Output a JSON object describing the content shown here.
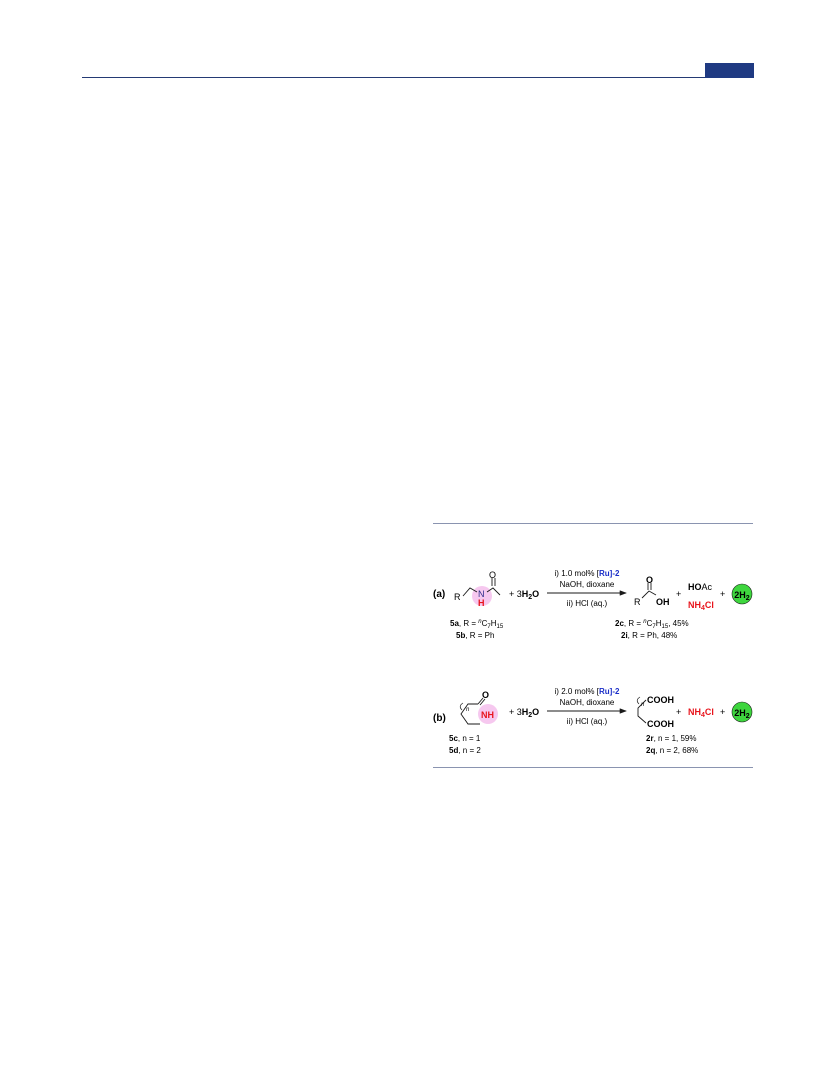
{
  "scheme": {
    "a": {
      "label": "(a)",
      "reactant_N": "N",
      "reactant_H": "H",
      "reactant_O": "O",
      "reactant_R": "R",
      "water_coef": "+ 3",
      "water_H": "H",
      "water_sub": "2",
      "water_O": "O",
      "cond_1a": "i) 1.0 mol% [",
      "cond_1b": "Ru",
      "cond_1c": "]-2",
      "cond_2": "NaOH, dioxane",
      "cond_3": "ii) HCl (aq.)",
      "prod_R": "R",
      "prod_O": "O",
      "prod_OH": "OH",
      "plus1": "+",
      "hoac_bold": "HO",
      "hoac_rest": "Ac",
      "nh4cl_a": "NH",
      "nh4cl_sub": "4",
      "nh4cl_b": "Cl",
      "plus2": "+",
      "h2_coef": "2H",
      "h2_sub": "2",
      "cmp5a_id": "5a",
      "cmp5a_rest": ", R = ",
      "cmp5a_sup": "n",
      "cmp5a_c": "C",
      "cmp5a_c_sub": "7",
      "cmp5a_h": "H",
      "cmp5a_h_sub": "15",
      "cmp5b_id": "5b",
      "cmp5b_rest": ", R = Ph",
      "cmp2c_id": "2c",
      "cmp2c_rest": ", R = ",
      "cmp2c_sup": "n",
      "cmp2c_c": "C",
      "cmp2c_c_sub": "7",
      "cmp2c_h": "H",
      "cmp2c_h_sub": "15",
      "cmp2c_yield": ", 45%",
      "cmp2i_id": "2i",
      "cmp2i_rest": ", R = Ph, 48%"
    },
    "b": {
      "label": "(b)",
      "reactant_O": "O",
      "reactant_NH": "NH",
      "reactant_n": "n",
      "water_coef": "+ 3",
      "water_H": "H",
      "water_sub": "2",
      "water_O": "O",
      "cond_1a": "i) 2.0 mol% [",
      "cond_1b": "Ru",
      "cond_1c": "]-2",
      "cond_2": "NaOH, dioxane",
      "cond_3": "ii) HCl (aq.)",
      "prod_n": "n",
      "prod_cooh_top": "COOH",
      "prod_cooh_bottom": "COOH",
      "plus1": "+",
      "nh4cl_a": "NH",
      "nh4cl_sub": "4",
      "nh4cl_b": "Cl",
      "plus2": "+",
      "h2_coef": "2H",
      "h2_sub": "2",
      "cmp5c_id": "5c",
      "cmp5c_rest": ", n = 1",
      "cmp5d_id": "5d",
      "cmp5d_rest": ", n = 2",
      "cmp2r_id": "2r",
      "cmp2r_rest": ", n = 1, 59%",
      "cmp2q_id": "2q",
      "cmp2q_rest": ", n = 2, 68%"
    }
  },
  "colors": {
    "header_blue": "#1f3a82",
    "catalyst_blue": "#1a2ec8",
    "highlight_red": "#e8141c",
    "nh_highlight_pink": "#f6c8ef",
    "h2_green": "#3ed63e"
  }
}
